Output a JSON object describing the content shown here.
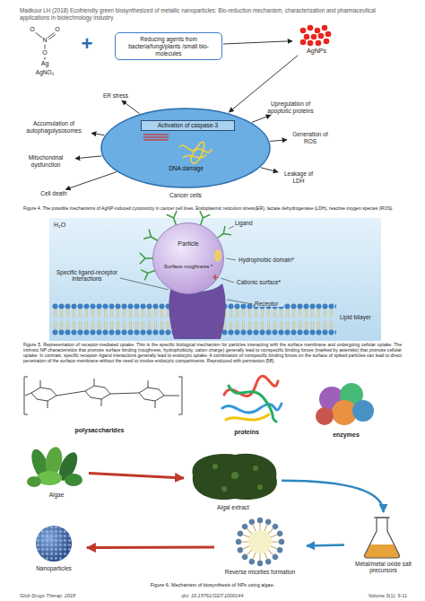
{
  "diagram": {
    "nodes": [
      {
        "text": [
          "Reducing agents from bacteria/fungi/plants /small bio-molecules"
        ]
      },
      {
        "text": [
          "AgNPs"
        ]
      },
      {
        "text": [
          "Cancer cells"
        ]
      },
      {
        "text": [
          "Activation of caspase-3"
        ],
        "in": 2
      },
      {
        "text": [
          "ER stress"
        ]
      },
      {
        "text": [
          "Accumulation of autophagolysosomes"
        ]
      },
      {
        "text": [
          "Mitochondrial dysfunction"
        ]
      },
      {
        "text": [
          "Cell death"
        ]
      },
      {
        "text": [
          "Upregulation of apoptotic proteins"
        ]
      },
      {
        "text": [
          "Generation of ROS"
        ]
      },
      {
        "text": [
          "Leakage of LDH"
        ]
      },
      {
        "text": [
          "Particle",
          "Surface roughness *"
        ]
      },
      {
        "text": [
          "Algae"
        ]
      },
      {
        "text": [
          "Algal extract"
        ]
      },
      {
        "text": [
          "Metal/metal oxide salt precursors"
        ]
      },
      {
        "text": [
          "Reverse micelles formation"
        ]
      },
      {
        "text": [
          "Nanoparticles"
        ]
      }
    ],
    "edges": [
      {
        "from": 0,
        "to": 1,
        "arrow": "to"
      },
      {
        "from": 1,
        "to": 2,
        "arrow": "to"
      },
      {
        "from": 2,
        "to": 4,
        "arrow": "to"
      },
      {
        "from": 2,
        "to": 5,
        "arrow": "to"
      },
      {
        "from": 2,
        "to": 6,
        "arrow": "to"
      },
      {
        "from": 2,
        "to": 7,
        "arrow": "to"
      },
      {
        "from": 2,
        "to": 8,
        "arrow": "to"
      },
      {
        "from": 2,
        "to": 9,
        "arrow": "to"
      },
      {
        "from": 2,
        "to": 10,
        "arrow": "to"
      },
      {
        "from": 12,
        "to": 13,
        "arrow": "to"
      },
      {
        "from": 13,
        "to": 14,
        "arrow": "to"
      },
      {
        "from": 14,
        "to": 15,
        "arrow": "to"
      },
      {
        "from": 15,
        "to": 16,
        "arrow": "to"
      }
    ],
    "labels": [
      "Madkour LH (2018) Ecofriendly green biosynthesized of metallic nanoparticles: Bio-reduction mechanism, characterization and pharmaceutical applications in biotechnology industry",
      "O",
      "N",
      "O",
      "O",
      "Ag",
      "AgNO₃",
      "+",
      "DNA damage",
      "Figure 4. The possible mechanisms of AgNP-induced cytotoxicity in cancer cell lines. Endoplasmic reticulum stress(ER), lactate dehydrogenase (LDH), reactive oxygen species (ROS).",
      "H₂O",
      "Ligand",
      "Specific ligand-receptor interactions",
      "Hydrophobic domain*",
      "Cationic surface*",
      "Receptor",
      "Lipid bilayer",
      "Figure 5. Representation of receptor-mediated uptake. This is the specific biological mechanism for particles interacting with the surface membrane and undergoing cellular uptake. The intrinsic NP characteristics that promote surface binding (roughness, hydrophobicity, cation charge) generally lead to nonspecific binding forces (marked by asterisks) that promote cellular uptake. In contrast, specific receptor–ligand interactions generally lead to endocytic uptake. A combination of nonspecific binding forces on the surface of spiked particles can lead to direct penetration of the surface membrane without the need to involve endocytic compartments. Reproduced with permission [58].",
      "polysaccharides",
      "proteins",
      "enzymes",
      "Figure 6. Mechanism of biosynthesis of NPs using algae.",
      "Glob Drugs Therap, 2018",
      "doi: 10.15761/GDT.1000144",
      "Volume 3(1): 9-11"
    ]
  }
}
